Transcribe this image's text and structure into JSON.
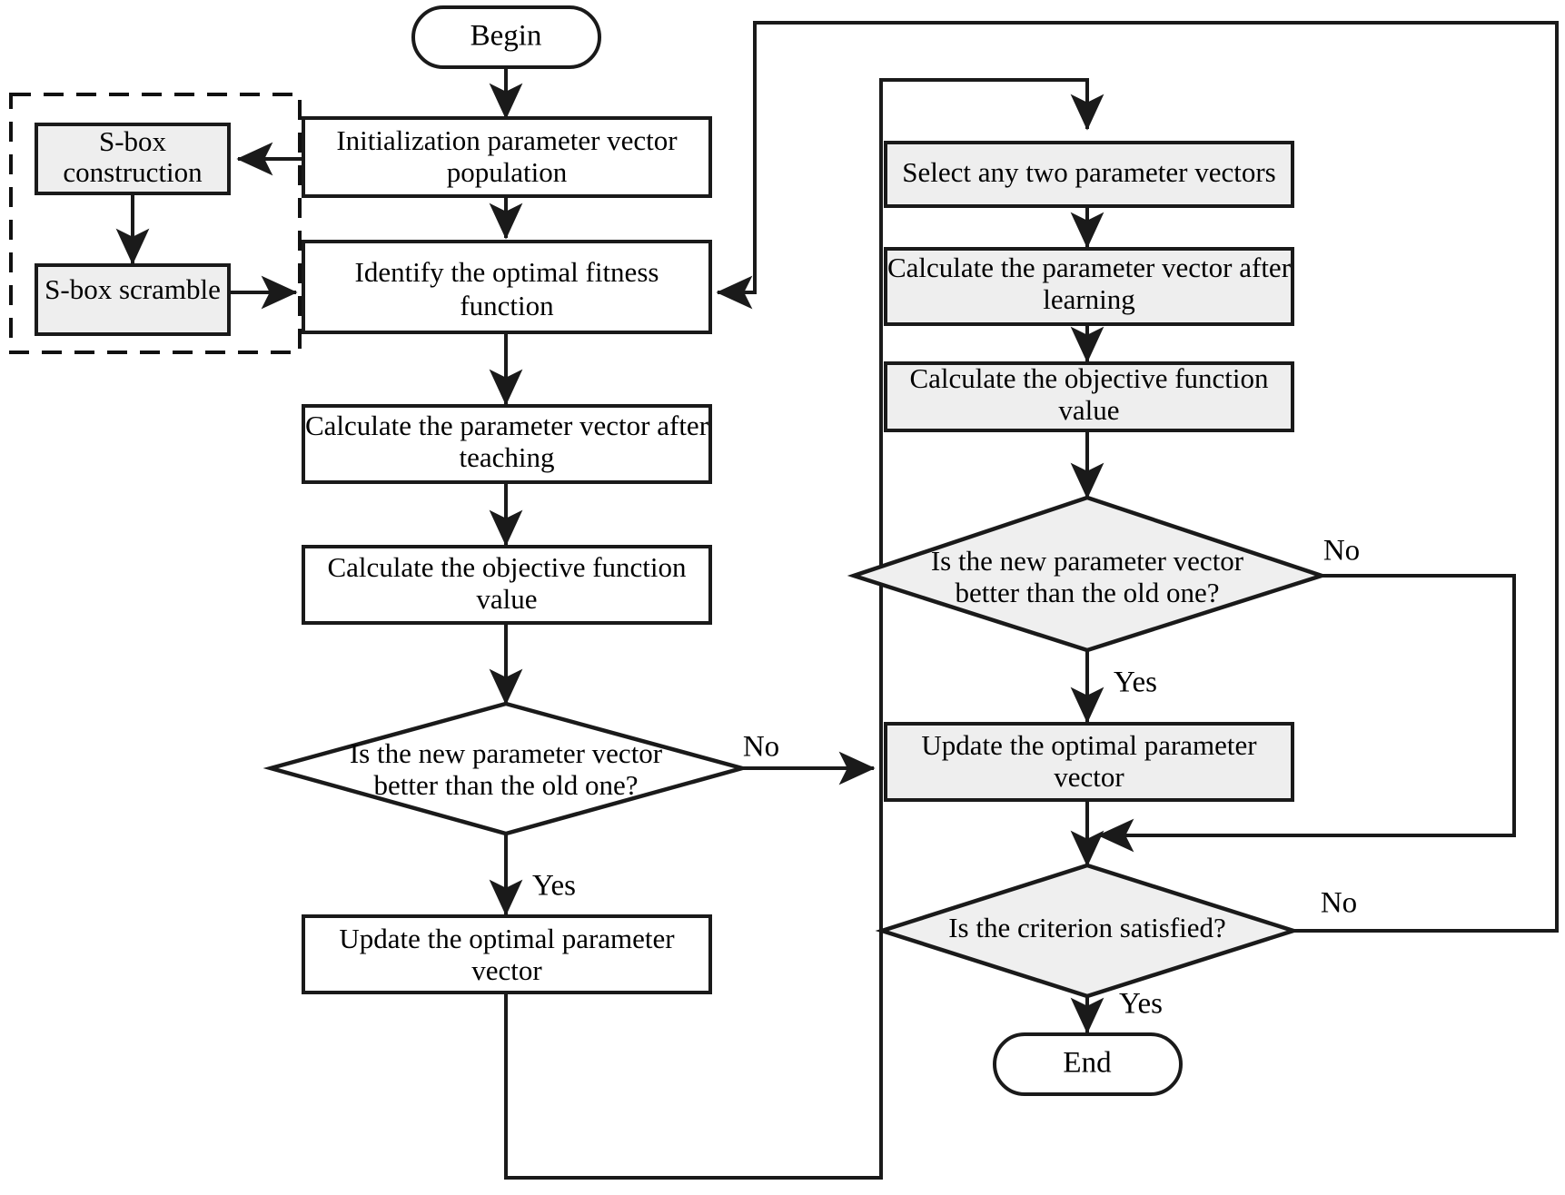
{
  "diagram": {
    "title": "TLBO-based S-box optimization flowchart",
    "colors": {
      "stroke": "#1a1a1a",
      "shaded_fill": "#eeeeee",
      "plain_fill": "#ffffff",
      "background": "#ffffff"
    },
    "group": {
      "name": "s-box-subprocess",
      "style": "dashed"
    },
    "nodes": {
      "begin": {
        "label": "Begin",
        "shape": "terminal",
        "fill": "white"
      },
      "init_population": {
        "label_line1": "Initialization parameter vector",
        "label_line2": "population",
        "shape": "process",
        "fill": "white"
      },
      "sbox_construction": {
        "label_line1": "S-box",
        "label_line2": "construction",
        "shape": "process",
        "fill": "shaded"
      },
      "sbox_scramble": {
        "label_line1": "S-box scramble",
        "label_line2": "",
        "shape": "process",
        "fill": "shaded"
      },
      "identify_fitness": {
        "label_line1": "Identify the optimal fitness",
        "label_line2": "function",
        "shape": "process",
        "fill": "white"
      },
      "calc_vector_teaching": {
        "label_line1": "Calculate the parameter vector after",
        "label_line2": "teaching",
        "shape": "process",
        "fill": "white"
      },
      "calc_objective_left": {
        "label_line1": "Calculate the objective function",
        "label_line2": "value",
        "shape": "process",
        "fill": "white"
      },
      "decide_better_left": {
        "label_line1": "Is the new parameter vector",
        "label_line2": "better than the old one?",
        "shape": "decision",
        "fill": "white"
      },
      "update_optimal_left": {
        "label_line1": "Update the optimal parameter",
        "label_line2": "vector",
        "shape": "process",
        "fill": "white"
      },
      "select_two_vectors": {
        "label_line1": "Select any two parameter vectors",
        "label_line2": "",
        "shape": "process",
        "fill": "shaded"
      },
      "calc_vector_learning": {
        "label_line1": "Calculate the parameter vector after",
        "label_line2": "learning",
        "shape": "process",
        "fill": "shaded"
      },
      "calc_objective_right": {
        "label_line1": "Calculate the objective function",
        "label_line2": "value",
        "shape": "process",
        "fill": "shaded"
      },
      "decide_better_right": {
        "label_line1": "Is the new parameter vector",
        "label_line2": "better than the old one?",
        "shape": "decision",
        "fill": "shaded"
      },
      "update_optimal_right": {
        "label_line1": "Update the optimal parameter",
        "label_line2": "vector",
        "shape": "process",
        "fill": "shaded"
      },
      "decide_criterion": {
        "label_line1": "Is the criterion satisfied?",
        "label_line2": "",
        "shape": "decision",
        "fill": "shaded"
      },
      "end": {
        "label": "End",
        "shape": "terminal",
        "fill": "white"
      }
    },
    "edge_labels": {
      "left_decision_no": "No",
      "left_decision_yes": "Yes",
      "right_decision_no": "No",
      "right_decision_yes": "Yes",
      "criterion_no": "No",
      "criterion_yes": "Yes"
    }
  }
}
